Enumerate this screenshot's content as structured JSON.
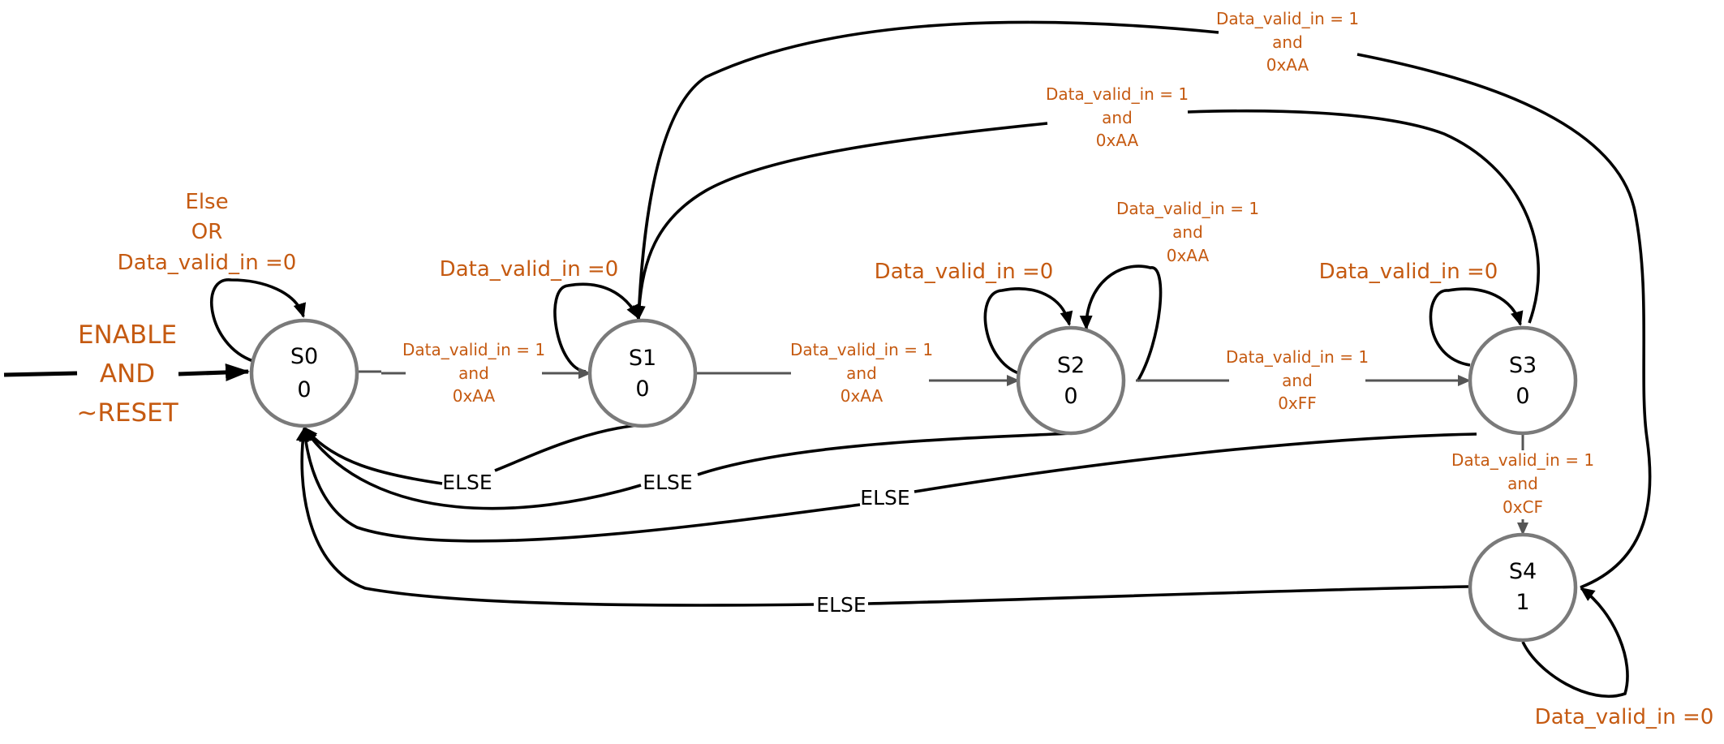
{
  "states": [
    {
      "id": "S0",
      "name": "S0",
      "output": "0"
    },
    {
      "id": "S1",
      "name": "S1",
      "output": "0"
    },
    {
      "id": "S2",
      "name": "S2",
      "output": "0"
    },
    {
      "id": "S3",
      "name": "S3",
      "output": "0"
    },
    {
      "id": "S4",
      "name": "S4",
      "output": "1"
    }
  ],
  "entry": {
    "lines": [
      "ENABLE",
      "AND",
      "~RESET"
    ]
  },
  "s0_self": {
    "lines": [
      "Else",
      "OR",
      "Data_valid_in =0"
    ]
  },
  "self_loops": {
    "s1": "Data_valid_in =0",
    "s2": "Data_valid_in =0",
    "s3": "Data_valid_in =0",
    "s4": "Data_valid_in =0"
  },
  "transitions": {
    "s0_s1": {
      "lines": [
        "Data_valid_in = 1",
        "and",
        "0xAA"
      ]
    },
    "s1_s2": {
      "lines": [
        "Data_valid_in = 1",
        "and",
        "0xAA"
      ]
    },
    "s2_s2": {
      "lines": [
        "Data_valid_in = 1",
        "and",
        "0xAA"
      ]
    },
    "s2_s3": {
      "lines": [
        "Data_valid_in = 1",
        "and",
        "0xFF"
      ]
    },
    "s3_s4": {
      "lines": [
        "Data_valid_in = 1",
        "and",
        "0xCF"
      ]
    },
    "s3_s1": {
      "lines": [
        "Data_valid_in = 1",
        "and",
        "0xAA"
      ]
    },
    "s4_s1": {
      "lines": [
        "Data_valid_in = 1",
        "and",
        "0xAA"
      ]
    }
  },
  "else_labels": {
    "s1_s0": "ELSE",
    "s2_s0": "ELSE",
    "s3_s0": "ELSE",
    "s4_s0": "ELSE"
  },
  "colors": {
    "label": "#c55a11",
    "node_stroke": "#7a7a7a",
    "edge": "#000000"
  }
}
